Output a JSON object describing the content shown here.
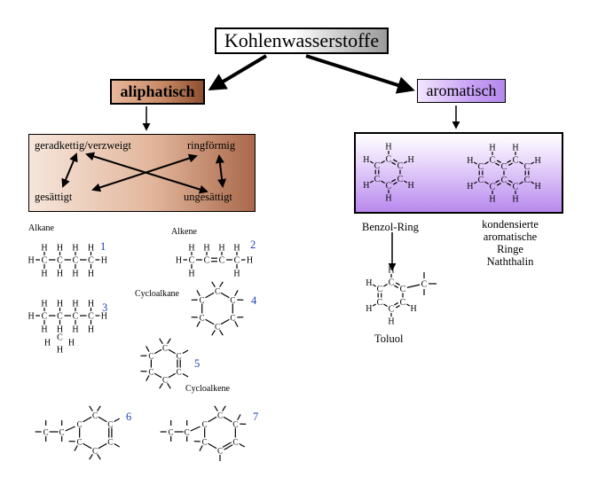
{
  "title": "Kohlenwasserstoffe",
  "aliphatic": {
    "label": "aliphatisch",
    "panel": {
      "top_left": "geradkettig/verzweigt",
      "top_right": "ringförmig",
      "bottom_left": "gesättigt",
      "bottom_right": "ungesättigt"
    },
    "groups": {
      "alkane": "Alkane",
      "alkene": "Alkene",
      "cycloalkane": "Cycloalkane",
      "cycloalkene": "Cycloalkene"
    },
    "numbers": [
      "1",
      "2",
      "3",
      "4",
      "5",
      "6",
      "7"
    ]
  },
  "aromatic": {
    "label": "aromatisch",
    "benzene": "Benzol-Ring",
    "condensed": [
      "kondensierte",
      "aromatische",
      "Ringe",
      "Naththalin"
    ],
    "toluene": "Toluol"
  },
  "atoms": {
    "h": "H",
    "c": "C"
  },
  "colors": {
    "aliphatic_gradient": [
      "#e9b79d",
      "#8e4f31"
    ],
    "aromatic_gradient": [
      "#f2e6ff",
      "#b488ee"
    ],
    "number_color": "#1f3fbf"
  }
}
